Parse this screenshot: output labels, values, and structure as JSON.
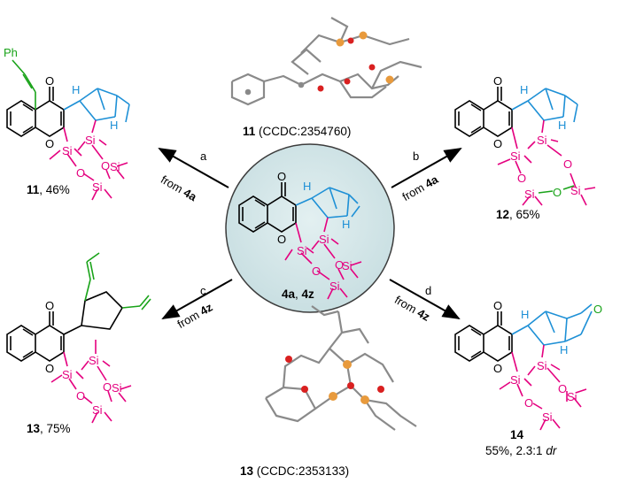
{
  "center": {
    "label_a": "4a",
    "label_sep": ", ",
    "label_b": "4z"
  },
  "products": [
    {
      "id": "11",
      "yield": ", 46%"
    },
    {
      "id": "12",
      "yield": ", 65%"
    },
    {
      "id": "13",
      "yield": ", 75%"
    },
    {
      "id": "14",
      "yield": "55%, 2.3:1 ",
      "dr": "dr"
    }
  ],
  "arrows": {
    "a": {
      "letter": "a",
      "from": "from ",
      "src": "4a"
    },
    "b": {
      "letter": "b",
      "from": "from ",
      "src": "4a"
    },
    "c": {
      "letter": "c",
      "from": "from ",
      "src": "4z"
    },
    "d": {
      "letter": "d",
      "from": "from ",
      "src": "4z"
    }
  },
  "crystal": {
    "top": {
      "id": "11",
      "ccdc": " (CCDC:2354760)"
    },
    "bottom": {
      "id": "13",
      "ccdc": " (CCDC:2353133)"
    }
  },
  "atoms": {
    "O": "O",
    "H": "H",
    "Si": "Si",
    "Ph": "Ph"
  },
  "colors": {
    "silicon": "#e4007f",
    "norbornene": "#1e90d6",
    "green": "#19a319",
    "circle": "#d6e8ea",
    "bond_teal": "#2a7f6f"
  }
}
